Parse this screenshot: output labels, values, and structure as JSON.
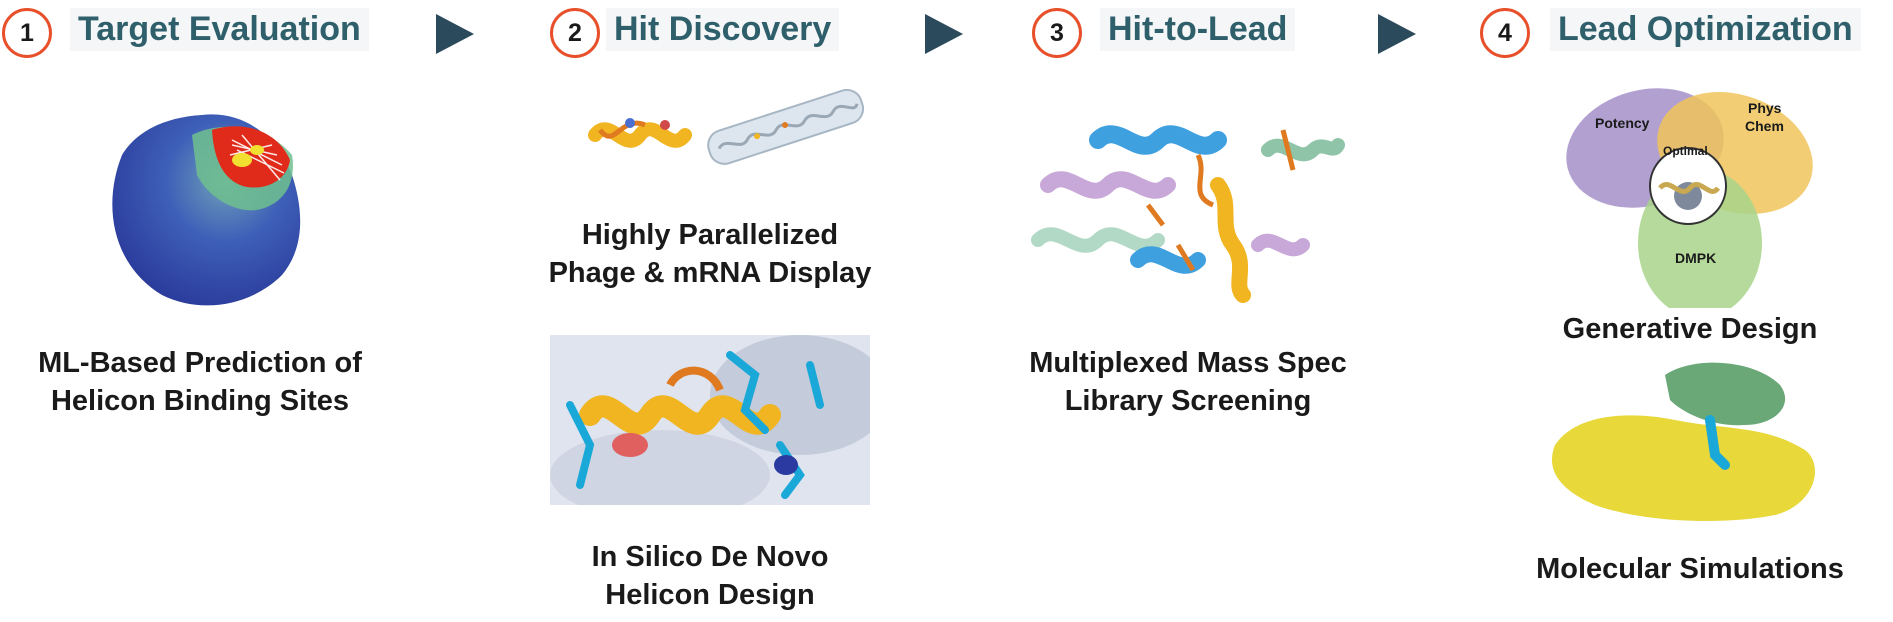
{
  "stages": [
    {
      "number": "1",
      "title": "Target Evaluation",
      "captions": [
        "ML-Based Prediction of Helicon Binding Sites"
      ]
    },
    {
      "number": "2",
      "title": "Hit Discovery",
      "captions": [
        "Highly Parallelized Phage & mRNA Display",
        "In Silico De Novo Helicon Design"
      ]
    },
    {
      "number": "3",
      "title": "Hit-to-Lead",
      "captions": [
        "Multiplexed Mass Spec Library Screening"
      ]
    },
    {
      "number": "4",
      "title": "Lead Optimization",
      "captions": [
        "Generative Design",
        "Molecular Simulations"
      ]
    }
  ],
  "caption_lines": {
    "s1_c1": [
      "ML-Based Prediction of",
      "Helicon Binding Sites"
    ],
    "s2_c1": [
      "Highly Parallelized",
      "Phage & mRNA Display"
    ],
    "s2_c2": [
      "In Silico De Novo",
      "Helicon Design"
    ],
    "s3_c1": [
      "Multiplexed Mass Spec",
      "Library Screening"
    ],
    "s4_c1": [
      "Generative Design"
    ],
    "s4_c2": [
      "Molecular Simulations"
    ]
  },
  "venn": {
    "potency": "Potency",
    "phys_line1": "Phys",
    "phys_line2": "Chem",
    "dmpk": "DMPK",
    "optimal": "Optimal"
  },
  "colors": {
    "accent_circle": "#e8502b",
    "title_text": "#2e5f6b",
    "arrow": "#2b4a5c",
    "caption_text": "#1a1a1a"
  }
}
